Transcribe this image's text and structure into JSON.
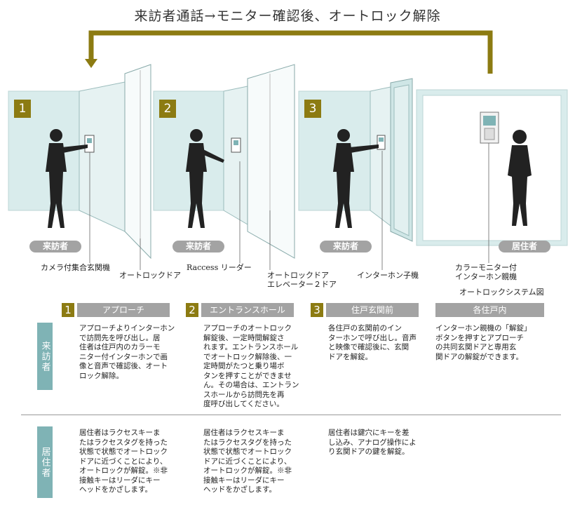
{
  "title": "来訪者通話→モニター確認後、オートロック解除",
  "steps": [
    "1",
    "2",
    "3"
  ],
  "roles": {
    "visitor": "来訪者",
    "resident": "居住者"
  },
  "labels": {
    "camera_panel": "カメラ付集合玄関機",
    "auto_lock_door": "オートロックドア",
    "raccess_reader": "Raccess リーダー",
    "auto_lock_door2": "オートロックドア",
    "elevator_door": "エレベーター２ドア",
    "interphone_sub": "インターホン子機",
    "color_monitor": "カラーモニター付",
    "interphone_main": "インターホン親機"
  },
  "caption": "オートロックシステム図",
  "table": {
    "headers": [
      {
        "num": "1",
        "label": "アプローチ"
      },
      {
        "num": "2",
        "label": "エントランスホール"
      },
      {
        "num": "3",
        "label": "住戸玄関前"
      },
      {
        "num": "",
        "label": "各住戸内"
      }
    ],
    "side_visitor": "来訪者",
    "side_resident": "居住者",
    "visitor_row": [
      "アプローチよりインターホン\nで訪問先を呼び出し。居\n住者は住戸内のカラーモ\nニター付インターホンで画\n像と音声で確認後、オート\nロック解除。",
      "アプローチのオートロック\n解錠後、一定時間解錠さ\nれます。エントランスホール\nでオートロック解除後、一\n定時間がたつと乗り場ボ\nタンを押すことができませ\nん。その場合は、エントラン\nスホールから訪問先を再\n度呼び出してください。",
      "各住戸の玄関前のイン\nターホンで呼び出し。音声\nと映像で確認後に、玄関\nドアを解錠。",
      "インターホン親機の「解錠」\nボタンを押すとアプローチ\nの共同玄関ドアと専用玄\n関ドアの解錠ができます。"
    ],
    "resident_row": [
      "居住者はラクセスキーま\nたはラクセスタグを持った\n状態で状態でオートロック\nドアに近づくことにより、\nオートロックが解錠。※非\n接触キーはリーダにキー\nヘッドをかざします。",
      "居住者はラクセスキーま\nたはラクセスタグを持った\n状態で状態でオートロック\nドアに近づくことにより、\nオートロックが解錠。※非\n接触キーはリーダにキー\nヘッドをかざします。",
      "居住者は鍵穴にキーを差\nし込み、アナログ操作によ\nり玄関ドアの鍵を解錠。",
      ""
    ]
  },
  "colors": {
    "olive": "#8c7b12",
    "teal": "#7fb3b5",
    "grey": "#a3a3a3",
    "glass": "#d9ecec"
  }
}
